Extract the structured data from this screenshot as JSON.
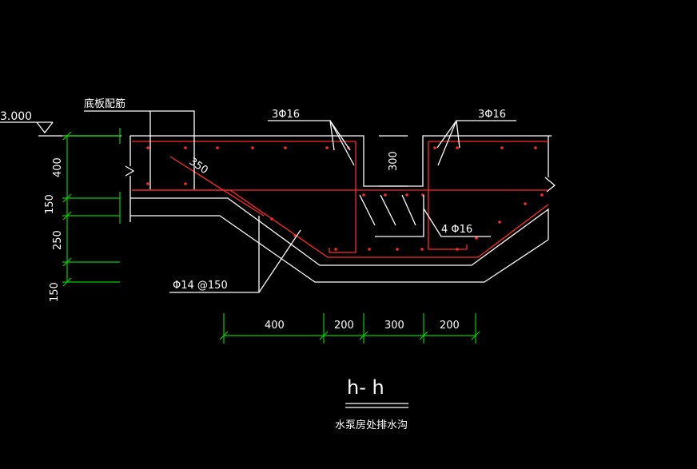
{
  "drawing": {
    "elevation_label": "3.000",
    "labels": {
      "bottom_slab_rebar": "底板配筋",
      "top_bars_left": "3Φ16",
      "top_bars_right": "3Φ16",
      "pit_bars": "4 Φ16",
      "stirrup": "Φ14 @150",
      "slope_dim": "350",
      "pit_depth": "300"
    },
    "vertical_dims": [
      "400",
      "150",
      "250",
      "150"
    ],
    "horizontal_dims": [
      "400",
      "200",
      "300",
      "200"
    ],
    "section_mark": "h- h",
    "section_caption": "水泵房处排水沟",
    "colors": {
      "background": "#000000",
      "lines": "#ffffff",
      "rebar": "#ff2a2a",
      "dimensions": "#00d000"
    }
  }
}
